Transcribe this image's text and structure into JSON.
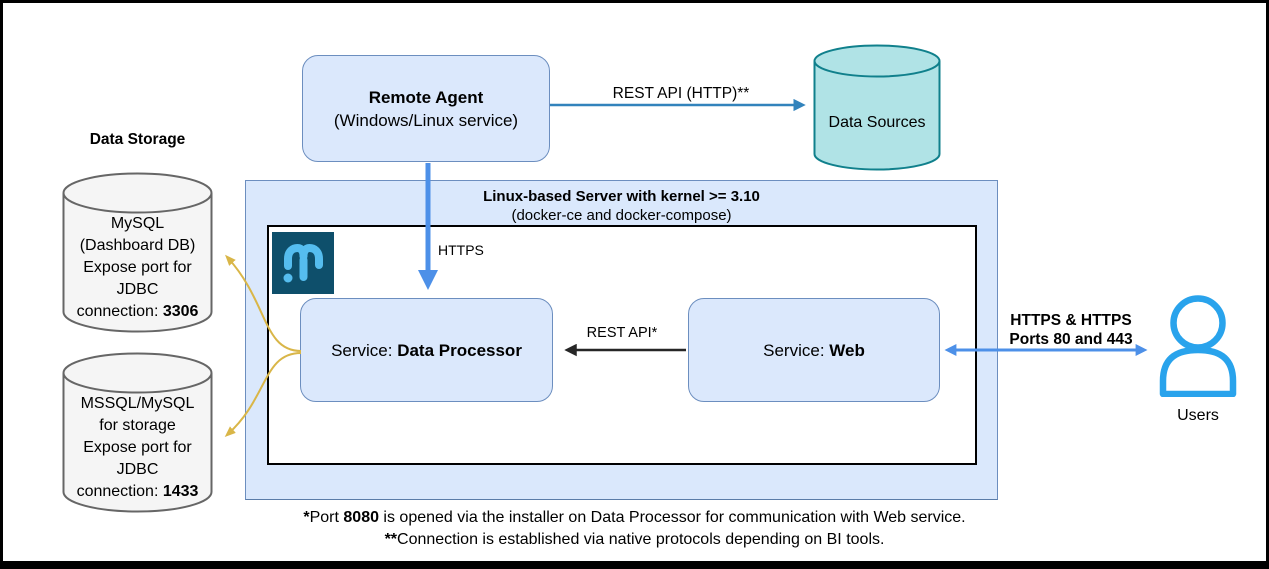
{
  "colors": {
    "node_fill": "#dbe8fc",
    "node_border": "#6c8ebf",
    "teal_fill": "#b0e3e6",
    "teal_border": "#10808c",
    "cylinder_fill": "#f5f5f5",
    "cylinder_border": "#666666",
    "blue_arrow": "#4d90e8",
    "steel_arrow": "#3283bc",
    "dark_arrow": "#262626",
    "gold_arrow": "#d9b648",
    "user_icon_blue": "#29a3ec",
    "logo_bg": "#0e4f6b",
    "logo_fg": "#55bdef"
  },
  "icons": {
    "logo": "m-logo",
    "users": "person-icon",
    "data_sources": "database-cylinder-icon",
    "data_storage": "database-cylinder-icon"
  },
  "nodes": {
    "remote_agent": {
      "title": "Remote Agent",
      "subtitle": "(Windows/Linux service)"
    },
    "data_sources": {
      "label": "Data Sources"
    },
    "data_storage": {
      "heading": "Data Storage"
    },
    "mysql": {
      "line1": "MySQL",
      "line2": "(Dashboard DB)",
      "line3": "Expose port for",
      "line4": "JDBC",
      "port_prefix": "connection: ",
      "port": "3306"
    },
    "mssql": {
      "line1": "MSSQL/MySQL",
      "line2": "for storage",
      "line3": "Expose port for",
      "line4": "JDBC",
      "port_prefix": "connection: ",
      "port": "1433"
    },
    "server": {
      "title": "Linux-based Server with kernel >= 3.10",
      "subtitle": "(docker-ce and docker-compose)"
    },
    "data_processor": {
      "prefix": "Service: ",
      "name": "Data Processor"
    },
    "web": {
      "prefix": "Service: ",
      "name": "Web"
    },
    "users": {
      "label": "Users"
    }
  },
  "edges": {
    "rest_api_http": {
      "label": "REST API (HTTP)**"
    },
    "https_down": {
      "label": "HTTPS"
    },
    "rest_api": {
      "label": "REST API*"
    },
    "https_users": {
      "label_line1": "HTTPS & HTTPS",
      "label_line2": "Ports 80 and 443"
    }
  },
  "footnotes": {
    "line1": {
      "star": "*",
      "pre": "Port ",
      "bold": "8080",
      "rest": " is opened via the installer on Data Processor for communication with Web service."
    },
    "line2": {
      "star": "**",
      "rest": "Connection is established via native protocols depending on BI tools."
    }
  }
}
